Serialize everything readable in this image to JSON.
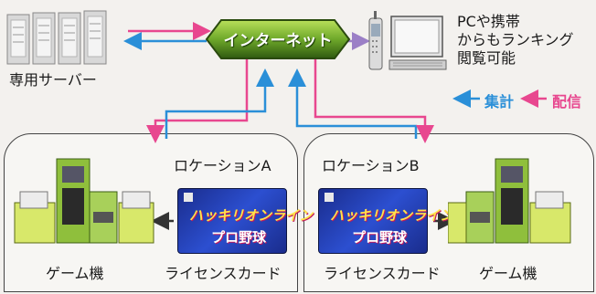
{
  "network": {
    "servers_label": "専用サーバー",
    "internet_label": "インターネット",
    "pc_mobile_line1": "PCや携帯",
    "pc_mobile_line2": "からもランキング",
    "pc_mobile_line3": "閲覧可能"
  },
  "legend": {
    "aggregate": "集計",
    "deliver": "配信",
    "aggregate_color": "#2a8fd8",
    "deliver_color": "#e8478f"
  },
  "locations": [
    {
      "title": "ロケーションA",
      "machine_label": "ゲーム機",
      "card_label": "ライセンスカード"
    },
    {
      "title": "ロケーションB",
      "machine_label": "ゲーム機",
      "card_label": "ライセンスカード"
    }
  ],
  "card": {
    "line1": "ハッキリオンライン",
    "line2": "プロ野球"
  }
}
